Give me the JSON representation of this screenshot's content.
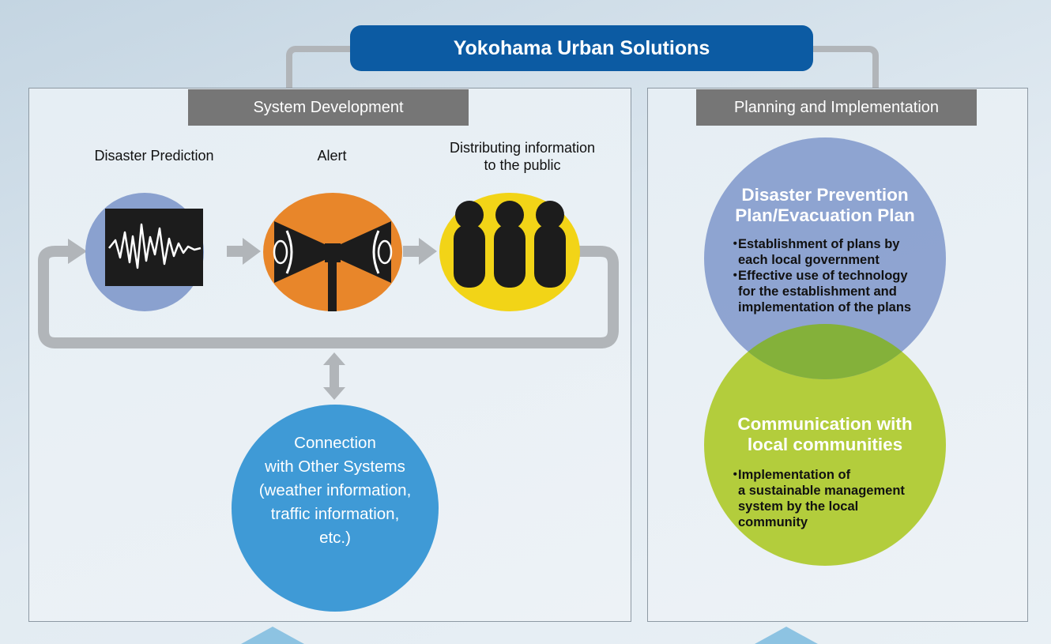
{
  "title": "Yokohama Urban Solutions",
  "colors": {
    "title_bar": "#0c5ba3",
    "header": "#767676",
    "prediction_circle": "#8aa1cf",
    "alert_circle": "#e8862a",
    "distribution_circle": "#f2d417",
    "connection_circle": "#3f9ad6",
    "plan_circle": "#8ca0cf",
    "community_circle": "#b3cd3c",
    "loop": "#b1b5b9"
  },
  "system_development": {
    "header": "System Development",
    "steps": [
      {
        "label": "Disaster Prediction",
        "icon": "seismograph-icon"
      },
      {
        "label": "Alert",
        "icon": "megaphone-icon"
      },
      {
        "label_line1": "Distributing information",
        "label_line2": "to the public",
        "icon": "people-icon"
      }
    ],
    "connection": {
      "lines": [
        "Connection",
        "with Other Systems",
        "(weather information,",
        "traffic information,",
        "etc.)"
      ]
    }
  },
  "planning": {
    "header": "Planning and Implementation",
    "plan": {
      "title_line1": "Disaster Prevention",
      "title_line2": "Plan/Evacuation Plan",
      "bullets": [
        {
          "line1": "Establishment of plans by",
          "line2": "each local government"
        },
        {
          "line1": "Effective use of technology",
          "line2": "for the establishment and",
          "line3": "implementation of the plans"
        }
      ]
    },
    "community": {
      "title_line1": "Communication with",
      "title_line2": "local communities",
      "bullets": [
        {
          "line1": "Implementation of",
          "line2": "a sustainable management",
          "line3": "system by the local",
          "line4": "community"
        }
      ]
    }
  }
}
